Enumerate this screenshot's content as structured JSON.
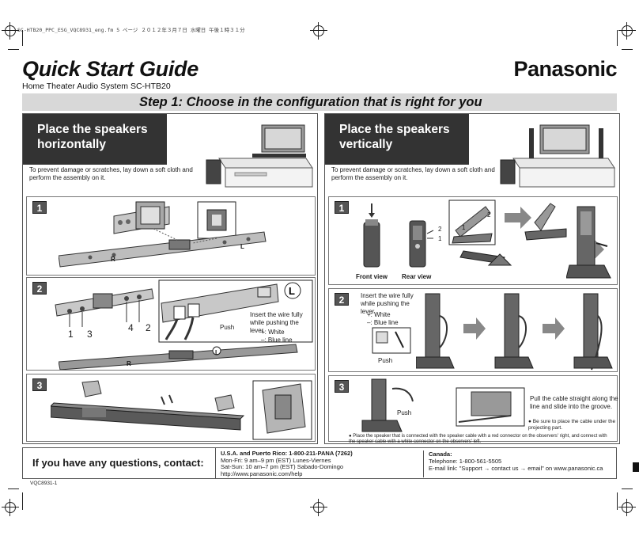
{
  "file_header": "SC-HTB20_PPC_ESG_VQC8931_eng.fm 5 ページ ２０１２年３月７日 水曜日 午後１時３１分",
  "title": "Quick Start Guide",
  "subtitle": "Home Theater Audio System SC-HTB20",
  "brand": "Panasonic",
  "step_title": "Step 1: Choose in the configuration that is right for you",
  "left_panel": {
    "heading": "Place the speakers horizontally",
    "caution": "To prevent damage or scratches, lay down a soft cloth and perform the assembly on it.",
    "steps": [
      {
        "number": "1",
        "labels": {
          "l_mark": "L",
          "r_mark": "R"
        }
      },
      {
        "number": "2",
        "labels": {
          "n1": "1",
          "n3": "3",
          "n4": "4",
          "n2": "2",
          "push": "Push",
          "instruction": "Insert the wire fully while pushing the lever.",
          "white": "+: White",
          "blue": "–: Blue line",
          "l_mark": "L",
          "r_mark": "R"
        }
      },
      {
        "number": "3"
      }
    ]
  },
  "right_panel": {
    "heading": "Place the speakers vertically",
    "caution": "To prevent damage or scratches, lay down a soft cloth and perform the assembly on it.",
    "steps": [
      {
        "number": "1",
        "labels": {
          "front": "Front view",
          "rear": "Rear view",
          "n1": "1",
          "n2": "2",
          "a1": "1",
          "a2": "2"
        }
      },
      {
        "number": "2",
        "labels": {
          "instruction": "Insert the wire fully while pushing the lever.",
          "white": "+: White",
          "blue": "–: Blue line",
          "push": "Push"
        }
      },
      {
        "number": "3",
        "labels": {
          "push": "Push",
          "pull": "Pull the cable straight along the line and slide into the groove.",
          "note": "Be sure to place the cable under the projecting part."
        }
      }
    ],
    "bottom_note": "Place the speaker that is connected with the speaker cable with a red connector on the observers' right, and connect with the speaker cable with a white connector on the observers' left."
  },
  "contact": {
    "heading": "If you have any questions, contact:",
    "us_title": "U.S.A. and Puerto Rico: 1-800-211-PANA (7262)",
    "us_lines": [
      "Mon-Fri: 9 am–9 pm (EST) Lunes-Viernes",
      "Sat-Sun: 10 am–7 pm (EST) Sabado-Domingo",
      "http://www.panasonic.com/help"
    ],
    "ca_title": "Canada:",
    "ca_lines": [
      "Telephone: 1-800-561-5505",
      "E-mail link: \"Support → contact us → email\" on www.panasonic.ca"
    ]
  },
  "doc_code": "VQC8931-1"
}
